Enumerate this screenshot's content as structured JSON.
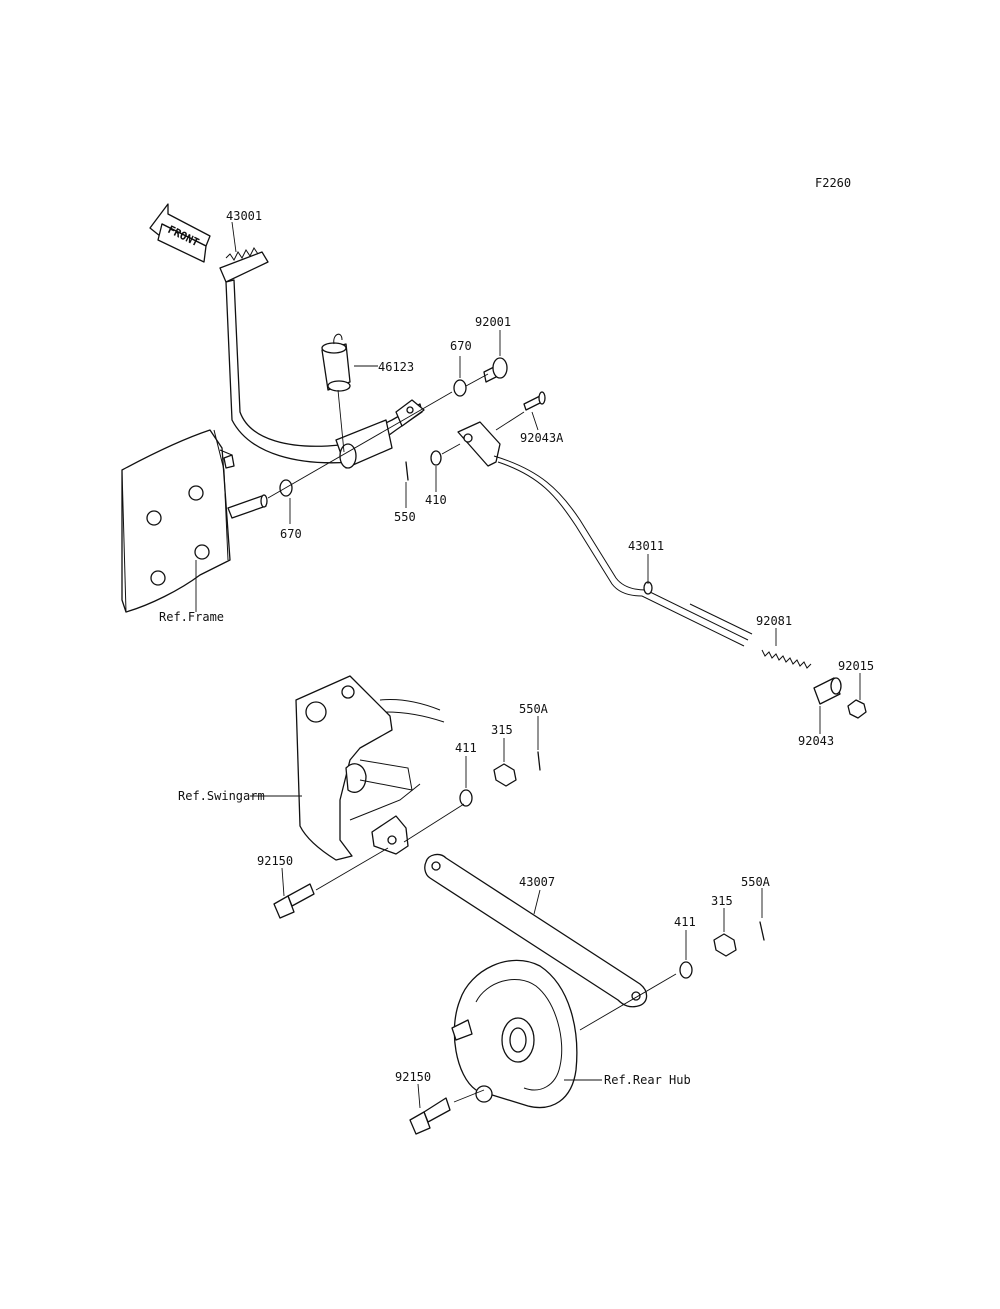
{
  "diagram_code": "F2260",
  "front_arrow_text": "FRONT",
  "labels": {
    "p43001": "43001",
    "p46123": "46123",
    "p670_top": "670",
    "p670_bottom": "670",
    "p92001": "92001",
    "p92043A": "92043A",
    "p410": "410",
    "p550": "550",
    "p43011": "43011",
    "p92081": "92081",
    "p92015": "92015",
    "p92043": "92043",
    "p550A_1": "550A",
    "p315_1": "315",
    "p411_1": "411",
    "p92150_1": "92150",
    "p43007": "43007",
    "p550A_2": "550A",
    "p315_2": "315",
    "p411_2": "411",
    "p92150_2": "92150"
  },
  "references": {
    "frame": "Ref.Frame",
    "swingarm": "Ref.Swingarm",
    "rear_hub": "Ref.Rear Hub"
  }
}
